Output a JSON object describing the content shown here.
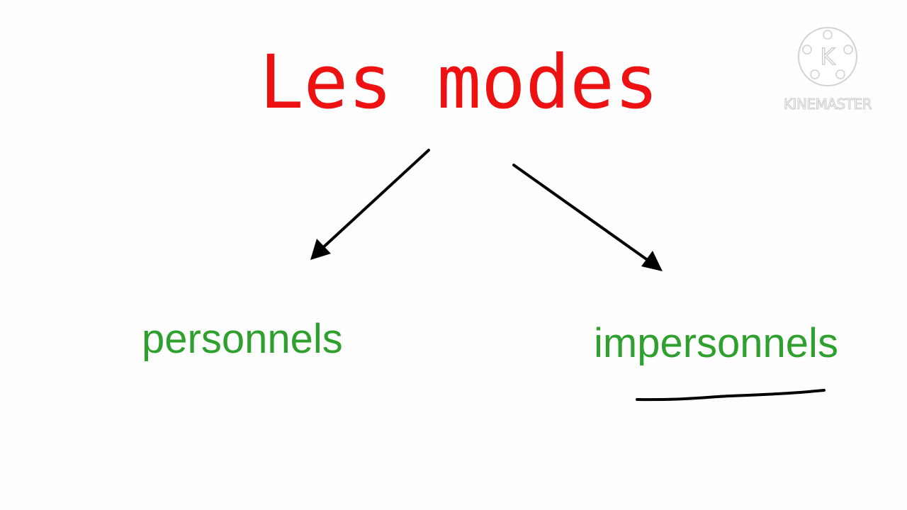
{
  "diagram": {
    "title": "Les modes",
    "branches": [
      {
        "label": "personnels",
        "underlined": false
      },
      {
        "label": "impersonnels",
        "underlined": true
      }
    ],
    "connector": "arrow"
  },
  "watermark": {
    "logo_icon": "kinemaster-logo-icon",
    "logo_letter": "K",
    "text": "KINEMASTER"
  },
  "colors": {
    "title": "#ee1111",
    "branch_text": "#2ea02e",
    "arrows": "#000000",
    "background": "#fefefe",
    "watermark": "#ffffff"
  }
}
